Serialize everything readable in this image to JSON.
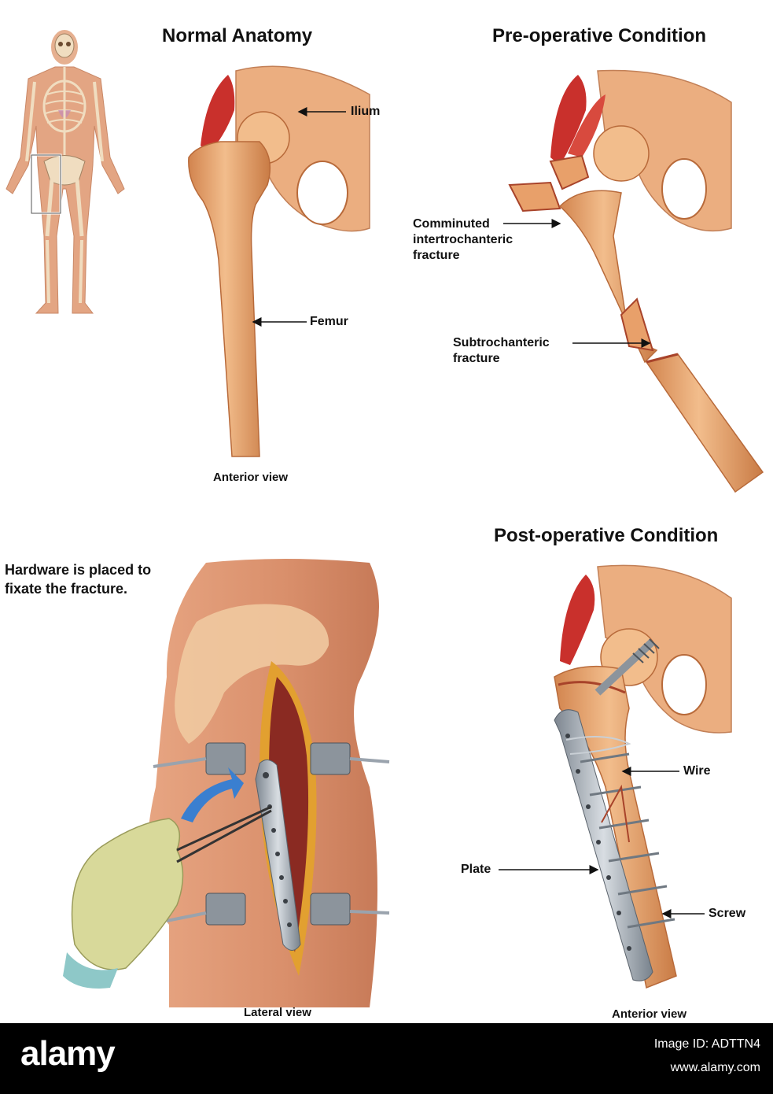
{
  "panels": {
    "normal": {
      "title": "Normal Anatomy",
      "labels": {
        "ilium": "Ilium",
        "femur": "Femur"
      },
      "caption": "Anterior view"
    },
    "preop": {
      "title": "Pre-operative Condition",
      "labels": {
        "comminuted_lines": [
          "Comminuted",
          "intertrochanteric",
          "fracture"
        ],
        "subtrochanteric_lines": [
          "Subtrochanteric",
          "fracture"
        ]
      }
    },
    "surgery": {
      "note_lines": [
        "Hardware is placed to",
        "fixate the fracture."
      ],
      "caption": "Lateral view"
    },
    "postop": {
      "title": "Post-operative Condition",
      "labels": {
        "wire": "Wire",
        "plate": "Plate",
        "screw": "Screw"
      },
      "caption": "Anterior view"
    }
  },
  "footer": {
    "brand": "alamy",
    "image_id": "Image ID: ADTTN4",
    "url": "www.alamy.com"
  },
  "colors": {
    "bone": "#e8a06a",
    "bone_light": "#f4c59a",
    "bone_dark": "#b86a3a",
    "muscle": "#c9302c",
    "skin": "#d98f6b",
    "metal": "#9aa3ad",
    "glove": "#d8d99a",
    "arrow": "#3a7fd0"
  }
}
